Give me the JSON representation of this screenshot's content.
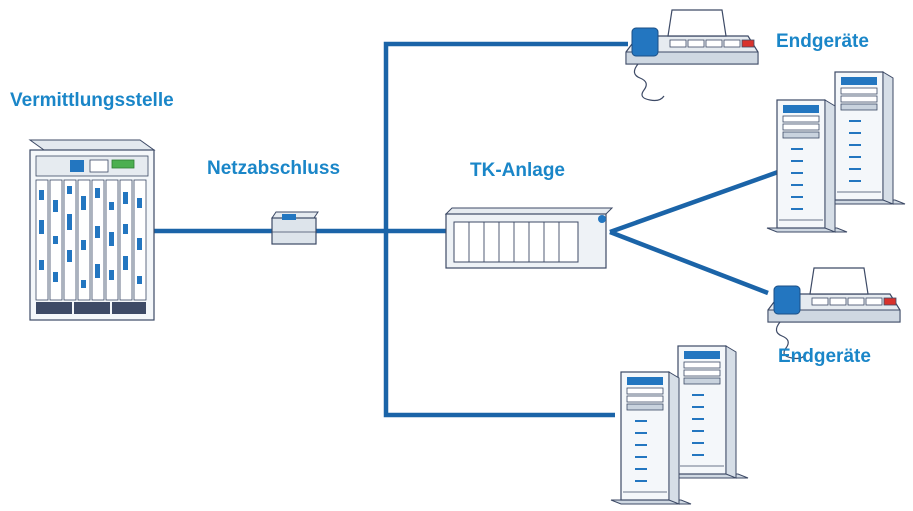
{
  "labels": {
    "vermittlungsstelle": "Vermittlungsstelle",
    "netzabschluss": "Netzabschluss",
    "tk_anlage": "TK-Anlage",
    "endgeraete_top": "Endgeräte",
    "endgeraete_mid": "Endgeräte"
  },
  "colors": {
    "label": "#1a86c8",
    "line": "#1b64a8",
    "device_fill": "#eef2f6",
    "device_stroke": "#3d4a66",
    "accent_blue": "#2376c0",
    "accent_red": "#d8322c",
    "accent_green": "#4caf50"
  },
  "icons": {
    "exchange": "telephone-exchange-rack-icon",
    "nt": "network-termination-box-icon",
    "pbx": "pbx-unit-icon",
    "phone": "desk-telephone-icon",
    "server": "tower-server-icon"
  }
}
